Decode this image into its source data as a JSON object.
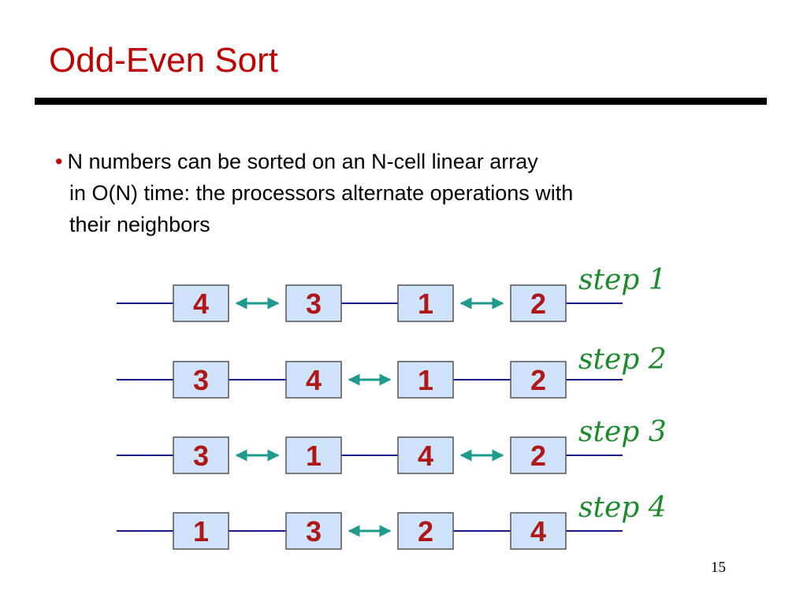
{
  "slide": {
    "title": "Odd-Even Sort",
    "bullet_lines": [
      "N numbers can be sorted on an N-cell linear array",
      "in O(N) time: the processors alternate operations with",
      "their neighbors"
    ],
    "bullet_symbol": "•",
    "page_number": "15"
  },
  "diagram": {
    "rows": [
      {
        "label": "step 1",
        "cells": [
          "4",
          "3",
          "1",
          "2"
        ],
        "exchanges": [
          [
            0,
            1
          ],
          [
            2,
            3
          ]
        ]
      },
      {
        "label": "step 2",
        "cells": [
          "3",
          "4",
          "1",
          "2"
        ],
        "exchanges": [
          [
            1,
            2
          ]
        ]
      },
      {
        "label": "step 3",
        "cells": [
          "3",
          "1",
          "4",
          "2"
        ],
        "exchanges": [
          [
            0,
            1
          ],
          [
            2,
            3
          ]
        ]
      },
      {
        "label": "step 4",
        "cells": [
          "1",
          "3",
          "2",
          "4"
        ],
        "exchanges": [
          [
            1,
            2
          ]
        ]
      }
    ]
  },
  "colors": {
    "title": "#c00000",
    "cell_fill": "#cfe3fb",
    "cell_border": "#555555",
    "cell_text": "#b01818",
    "wire": "#1a1a8c",
    "arrow": "#1f9a8c",
    "step_label": "#1e8a2e"
  }
}
